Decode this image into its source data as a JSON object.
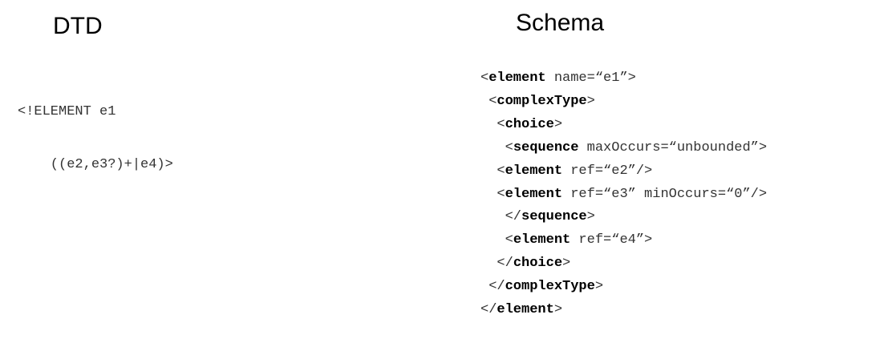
{
  "headings": {
    "dtd": "DTD",
    "schema": "Schema"
  },
  "dtd_lines": [
    "<!ELEMENT e1",
    "    ((e2,e3?)+|e4)>"
  ],
  "schema_lines": [
    {
      "indent": "",
      "pre": "<",
      "kw": "element",
      "post": " name=“e1”>"
    },
    {
      "indent": " ",
      "pre": "<",
      "kw": "complexType",
      "post": ">"
    },
    {
      "indent": "  ",
      "pre": "<",
      "kw": "choice",
      "post": ">"
    },
    {
      "indent": "   ",
      "pre": "<",
      "kw": "sequence",
      "post": " maxOccurs=“unbounded”>"
    },
    {
      "indent": "  ",
      "pre": "<",
      "kw": "element",
      "post": " ref=“e2”/>"
    },
    {
      "indent": "  ",
      "pre": "<",
      "kw": "element",
      "post": " ref=“e3” minOccurs=“0”/>"
    },
    {
      "indent": "   ",
      "pre": "</",
      "kw": "sequence",
      "post": ">"
    },
    {
      "indent": "   ",
      "pre": "<",
      "kw": "element",
      "post": " ref=“e4”>"
    },
    {
      "indent": "  ",
      "pre": "</",
      "kw": "choice",
      "post": ">"
    },
    {
      "indent": " ",
      "pre": "</",
      "kw": "complexType",
      "post": ">"
    },
    {
      "indent": "",
      "pre": "</",
      "kw": "element",
      "post": ">"
    }
  ]
}
